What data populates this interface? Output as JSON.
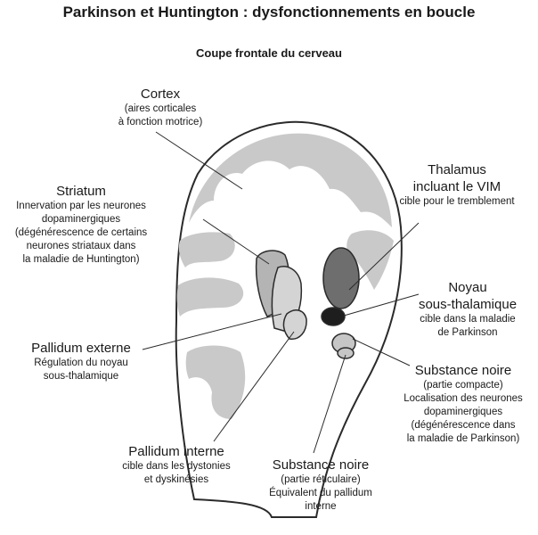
{
  "title": "Parkinson et Huntington : dysfonctionnements en boucle",
  "subtitle": "Coupe frontale du cerveau",
  "labels": {
    "cortex": {
      "heading": "Cortex",
      "lines": [
        "(aires corticales",
        "à fonction motrice)"
      ]
    },
    "striatum": {
      "heading": "Striatum",
      "lines": [
        "Innervation par les neurones",
        "dopaminergiques",
        "(dégénérescence de certains",
        "neurones striataux dans",
        "la maladie de Huntington)"
      ]
    },
    "thalamus": {
      "heading_lines": [
        "Thalamus",
        "incluant le VIM"
      ],
      "lines": [
        "cible pour le tremblement"
      ]
    },
    "noyau": {
      "heading_lines": [
        "Noyau",
        "sous-thalamique"
      ],
      "lines": [
        "cible dans la maladie",
        "de Parkinson"
      ]
    },
    "pallidum_externe": {
      "heading": "Pallidum externe",
      "lines": [
        "Régulation du noyau",
        "sous-thalamique"
      ]
    },
    "substance_noire_compacte": {
      "heading": "Substance noire",
      "lines": [
        "(partie compacte)",
        "Localisation des neurones",
        "dopaminergiques",
        "(dégénérescence dans",
        "la maladie de Parkinson)"
      ]
    },
    "pallidum_interne": {
      "heading": "Pallidum interne",
      "lines": [
        "cible dans les dystonies",
        "et dyskinésies"
      ]
    },
    "substance_noire_reticulaire": {
      "heading": "Substance noire",
      "lines": [
        "(partie réticulaire)",
        "Équivalent du pallidum",
        "interne"
      ]
    }
  },
  "colors": {
    "outline": "#2b2b2b",
    "white_matter": "#ffffff",
    "gray_matter": "#c9c9c9",
    "striatum": "#b4b4b4",
    "pallidum": "#d4d4d4",
    "thalamus": "#6e6e6e",
    "stn": "#1e1e1e",
    "substantia_nigra": "#c6c6c6"
  }
}
